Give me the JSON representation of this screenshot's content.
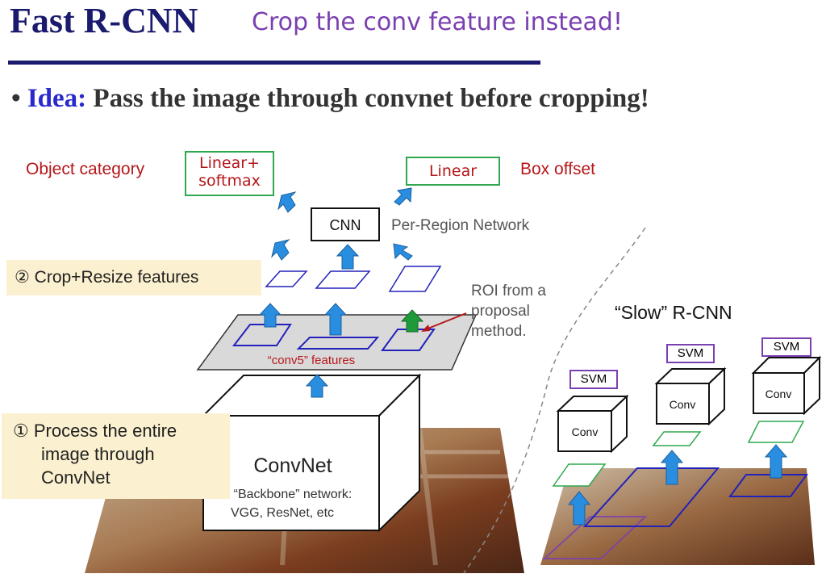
{
  "header": {
    "title": "Fast R-CNN",
    "subtitle": "Crop the conv feature instead!"
  },
  "bullet": {
    "idea_label": "Idea:",
    "text": "Pass the image through convnet before cropping!"
  },
  "fast_rcnn": {
    "object_category": "Object category",
    "linear_softmax_line1": "Linear+",
    "linear_softmax_line2": "softmax",
    "linear": "Linear",
    "box_offset": "Box offset",
    "cnn": "CNN",
    "per_region_network": "Per-Region Network",
    "crop_resize": "② Crop+Resize features",
    "roi_line1": "ROI from a",
    "roi_line2": "proposal",
    "roi_line3": "method.",
    "conv5_features": "“conv5” features",
    "convnet": "ConvNet",
    "backbone_line1": "“Backbone” network:",
    "backbone_line2": "VGG, ResNet, etc",
    "process_line1": "① Process the entire",
    "process_line2": "image through",
    "process_line3": "ConvNet"
  },
  "slow_rcnn": {
    "title": "“Slow” R-CNN",
    "svm": [
      "SVM",
      "SVM",
      "SVM"
    ],
    "conv": [
      "Conv",
      "Conv",
      "Conv"
    ]
  },
  "colors": {
    "title": "#1a1a6e",
    "subtitle": "#7a3fb0",
    "arrow_blue": "#2a8ee0",
    "arrow_green": "#1f9a3a",
    "label_red": "#b5171a",
    "roi_blue": "#2222bb",
    "callout_bg": "#fbf0cf"
  }
}
